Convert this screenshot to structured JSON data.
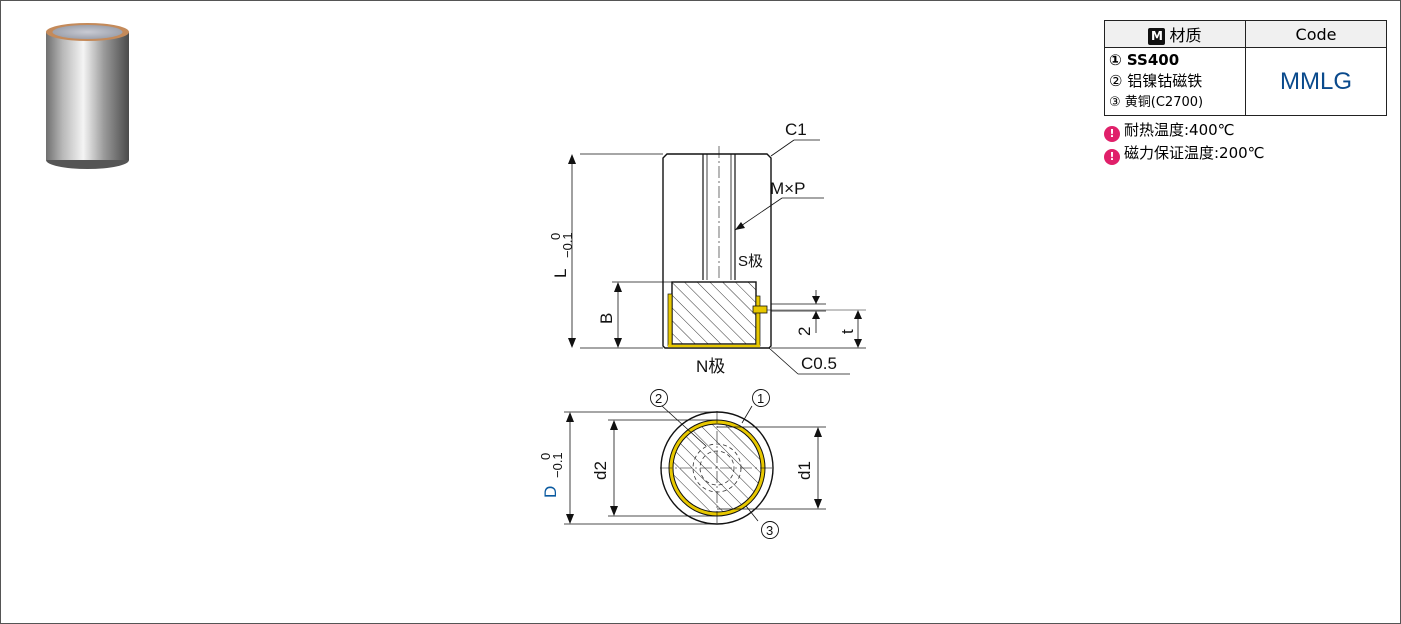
{
  "table": {
    "material_header": "材质",
    "material_badge": "M",
    "code_header": "Code",
    "materials": [
      "① SS400",
      "② 铝镍钴磁铁",
      "③ 黄铜(C2700)"
    ],
    "code": "MMLG"
  },
  "notes": [
    "耐热温度:400℃",
    "磁力保证温度:200℃"
  ],
  "notes_icon": "thermometer-icon",
  "drawing": {
    "c1": "C1",
    "mxp": "M×P",
    "s_pole": "S极",
    "n_pole": "N极",
    "c05": "C0.5",
    "l_label": "L",
    "l_tol_upper": "0",
    "l_tol_lower": "−0.1",
    "b_label": "B",
    "two_label": "2",
    "t_label": "t",
    "d_label": "D",
    "d_tol_upper": "0",
    "d_tol_lower": "−0.1",
    "d2_label": "d2",
    "d1_label": "d1",
    "callout_1": "1",
    "callout_2": "2",
    "callout_3": "3"
  },
  "colors": {
    "brass": "#e8c800",
    "code_blue": "#0a4a8c",
    "d_blue": "#0a5aa0",
    "note_pink": "#e0206a"
  }
}
